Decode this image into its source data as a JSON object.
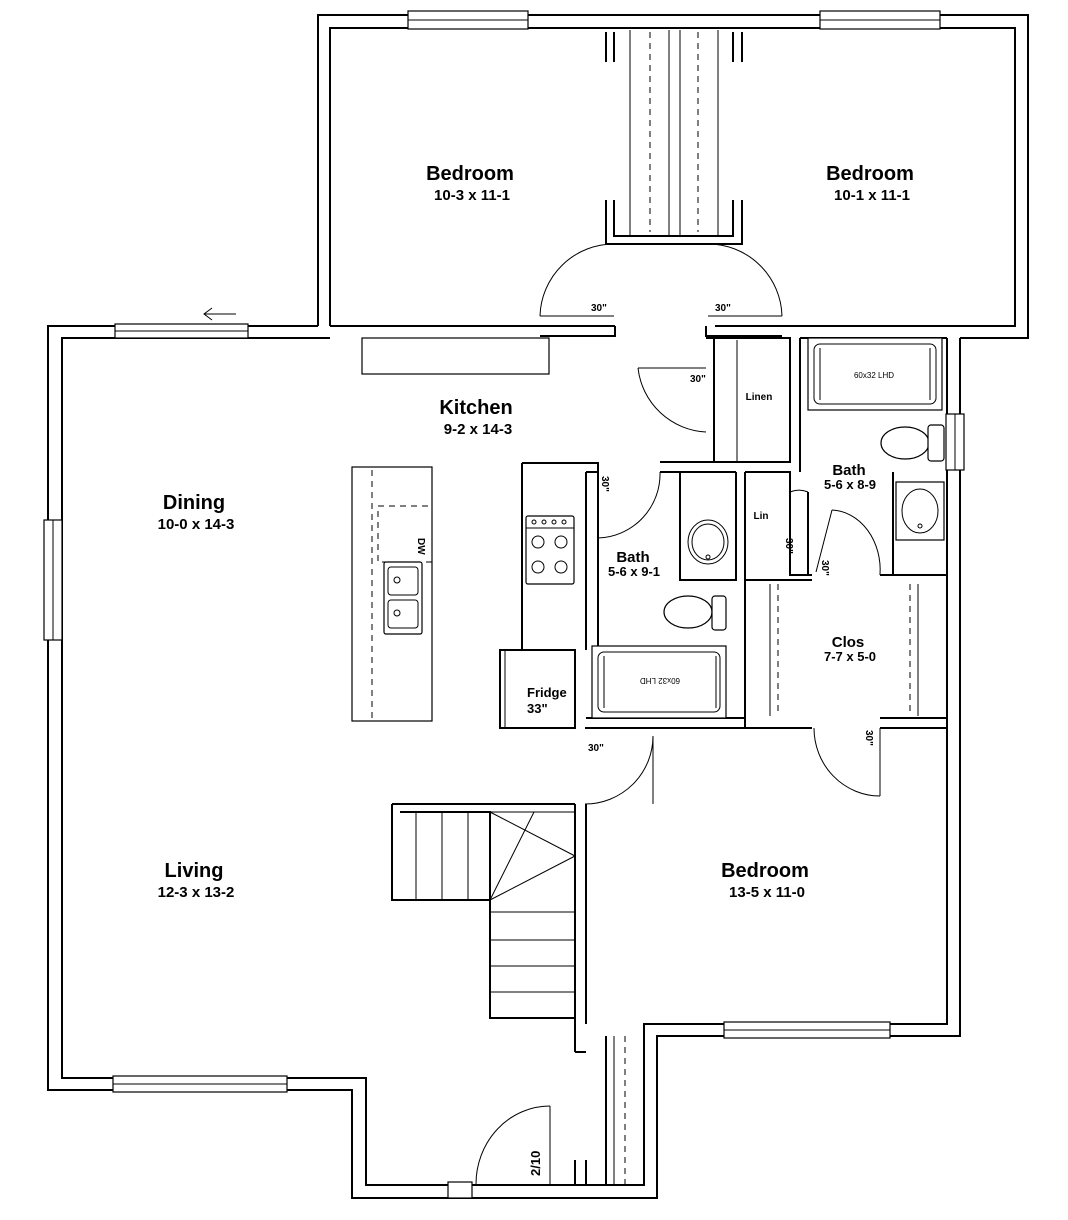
{
  "rooms": {
    "bedroom_nw": {
      "name": "Bedroom",
      "dims": "10-3 x 11-1"
    },
    "bedroom_ne": {
      "name": "Bedroom",
      "dims": "10-1 x 11-1"
    },
    "kitchen": {
      "name": "Kitchen",
      "dims": "9-2 x 14-3"
    },
    "dining": {
      "name": "Dining",
      "dims": "10-0 x 14-3"
    },
    "bath_center": {
      "name": "Bath",
      "dims": "5-6 x 9-1"
    },
    "bath_east": {
      "name": "Bath",
      "dims": "5-6 x 8-9"
    },
    "closet": {
      "name": "Clos",
      "dims": "7-7 x 5-0"
    },
    "living": {
      "name": "Living",
      "dims": "12-3 x 13-2"
    },
    "bedroom_se": {
      "name": "Bedroom",
      "dims": "13-5 x 11-0"
    }
  },
  "labels": {
    "linen": "Linen",
    "lin": "Lin",
    "fridge": "Fridge",
    "fridge_size": "33\"",
    "dishwasher": "DW",
    "tub": "60x32 LHD",
    "entry_door": "2/10"
  },
  "doors": {
    "bed_nw": "30\"",
    "bed_ne": "30\"",
    "hall": "30\"",
    "bath_center": "30\"",
    "lin": "30\"",
    "bath_east": "30\"",
    "living": "30\"",
    "bed_se": "30\""
  }
}
